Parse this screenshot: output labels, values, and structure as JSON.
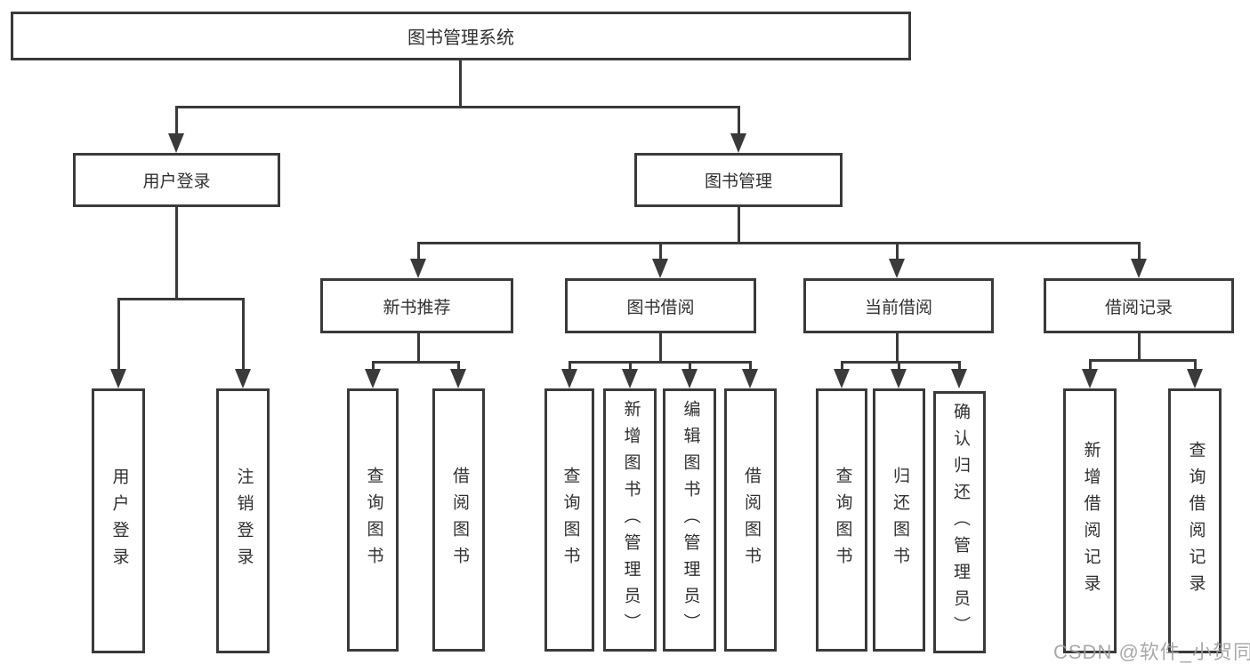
{
  "colors": {
    "line": "#3a3a3a",
    "text": "#303030",
    "box_bg": "#ffffff",
    "watermark": "#9e9e9e"
  },
  "tree": {
    "root": {
      "label": "图书管理系统"
    },
    "user_login": {
      "label": "用户登录"
    },
    "book_mgmt": {
      "label": "图书管理"
    },
    "new_book_rec": {
      "label": "新书推荐"
    },
    "book_borrow": {
      "label": "图书借阅"
    },
    "current_borrow": {
      "label": "当前借阅"
    },
    "borrow_records": {
      "label": "借阅记录"
    },
    "leaves": {
      "user_login": [
        "用户登录",
        "注销登录"
      ],
      "new_book_rec": [
        "查询图书",
        "借阅图书"
      ],
      "book_borrow": [
        "查询图书",
        "新增图书（管理员）",
        "编辑图书（管理员）",
        "借阅图书"
      ],
      "current_borrow": [
        "查询图书",
        "归还图书",
        "确认归还（管理员）"
      ],
      "borrow_records": [
        "新增借阅记录",
        "查询借阅记录"
      ]
    }
  },
  "watermark": "CSDN @软件_小贺同学"
}
